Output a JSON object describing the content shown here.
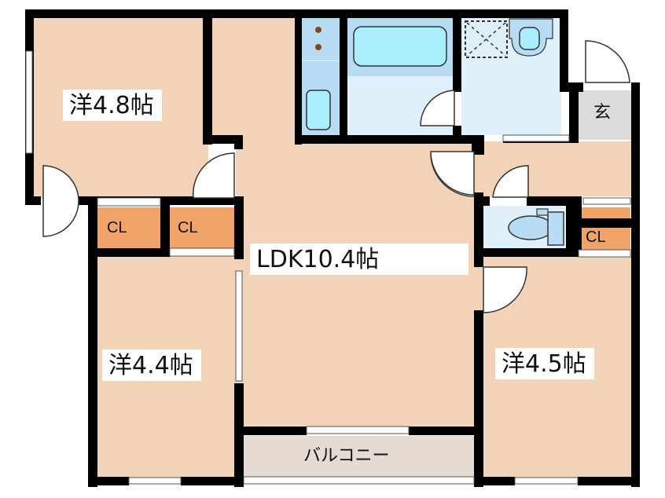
{
  "floorplan": {
    "colors": {
      "room": "#f2d3b8",
      "closet": "#f0a46a",
      "wet_area": "#dff0fb",
      "fixture": "#b9dcf5",
      "tub": "#a9eefc",
      "genkan": "#dcdcdc",
      "balcony": "#e6dbd2",
      "wall": "#000000"
    },
    "rooms": {
      "western_1": "洋4.8帖",
      "western_2": "洋4.4帖",
      "western_3": "洋4.5帖",
      "ldk": "LDK10.4帖"
    },
    "closets": [
      "CL",
      "CL",
      "CL"
    ],
    "entrance": "玄",
    "balcony": "バルコニー"
  }
}
